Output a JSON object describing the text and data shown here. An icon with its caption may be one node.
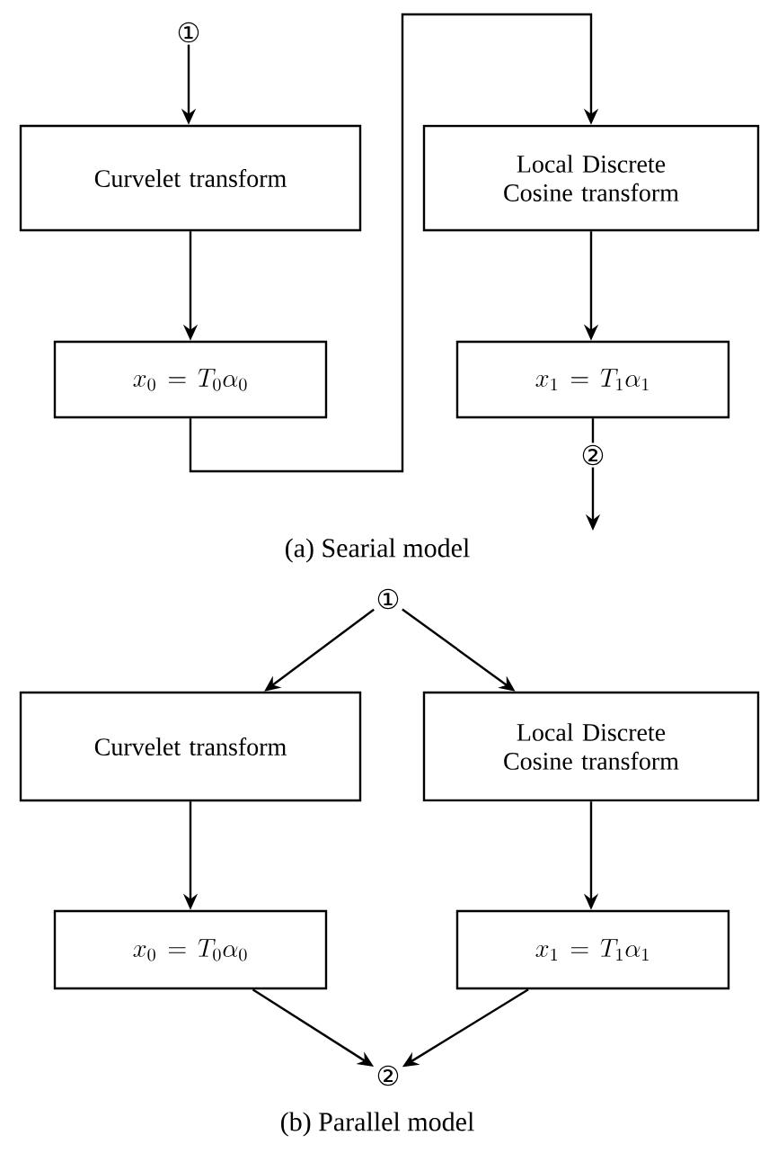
{
  "diagram": {
    "nodes": [
      {
        "text": [
          "①"
        ]
      },
      {
        "text": [
          "Curvelet transform"
        ]
      },
      {
        "text": [
          "Local Discrete Cosine transform"
        ]
      },
      {
        "text": [
          "x_0 = T_0\\alpha_0"
        ]
      },
      {
        "text": [
          "x_1 = T_1\\alpha_1"
        ]
      },
      {
        "text": [
          "②"
        ]
      },
      {
        "text": [
          "①"
        ]
      },
      {
        "text": [
          "Curvelet transform"
        ]
      },
      {
        "text": [
          "Local Discrete Cosine transform"
        ]
      },
      {
        "text": [
          "x_0 = T_0\\alpha_0"
        ]
      },
      {
        "text": [
          "x_1 = T_1\\alpha_1"
        ]
      },
      {
        "text": [
          "②"
        ]
      }
    ],
    "edges": [
      {
        "from": 0,
        "to": 1,
        "arrow": "to"
      },
      {
        "from": 1,
        "to": 3,
        "arrow": "to"
      },
      {
        "from": 3,
        "to": 2,
        "arrow": "to"
      },
      {
        "from": 2,
        "to": 4,
        "arrow": "to"
      },
      {
        "from": 4,
        "to": 5,
        "arrow": "none"
      },
      {
        "from": 5,
        "to": null,
        "arrow": "to"
      },
      {
        "from": 6,
        "to": 7,
        "arrow": "to"
      },
      {
        "from": 6,
        "to": 8,
        "arrow": "to"
      },
      {
        "from": 7,
        "to": 9,
        "arrow": "to"
      },
      {
        "from": 8,
        "to": 10,
        "arrow": "to"
      },
      {
        "from": 9,
        "to": 11,
        "arrow": "to"
      },
      {
        "from": 10,
        "to": 11,
        "arrow": "to"
      }
    ],
    "labels": [
      "(a)  Searial model",
      "(b)  Parallel model"
    ]
  }
}
